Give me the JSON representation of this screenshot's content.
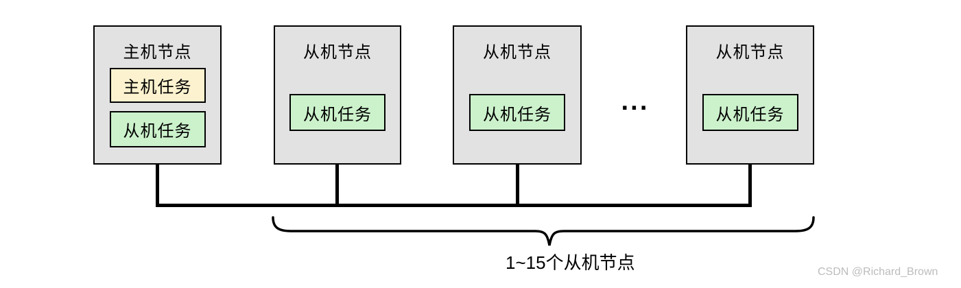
{
  "diagram": {
    "nodes": [
      {
        "id": "master",
        "title": "主机节点",
        "tasks": [
          {
            "label": "主机任务",
            "type": "master-task"
          },
          {
            "label": "从机任务",
            "type": "slave-task"
          }
        ]
      },
      {
        "id": "slave-1",
        "title": "从机节点",
        "tasks": [
          {
            "label": "从机任务",
            "type": "slave-task"
          }
        ]
      },
      {
        "id": "slave-2",
        "title": "从机节点",
        "tasks": [
          {
            "label": "从机任务",
            "type": "slave-task"
          }
        ]
      },
      {
        "id": "slave-3",
        "title": "从机节点",
        "tasks": [
          {
            "label": "从机任务",
            "type": "slave-task"
          }
        ]
      }
    ],
    "ellipsis": "···",
    "brace_label": "1~15个从机节点",
    "colors": {
      "node_fill": "#e2e2e2",
      "master_task_fill": "#fcf2cf",
      "slave_task_fill": "#ccf2cc",
      "line": "#000000",
      "watermark": "#bcbcbc"
    }
  },
  "watermark": "CSDN @Richard_Brown"
}
